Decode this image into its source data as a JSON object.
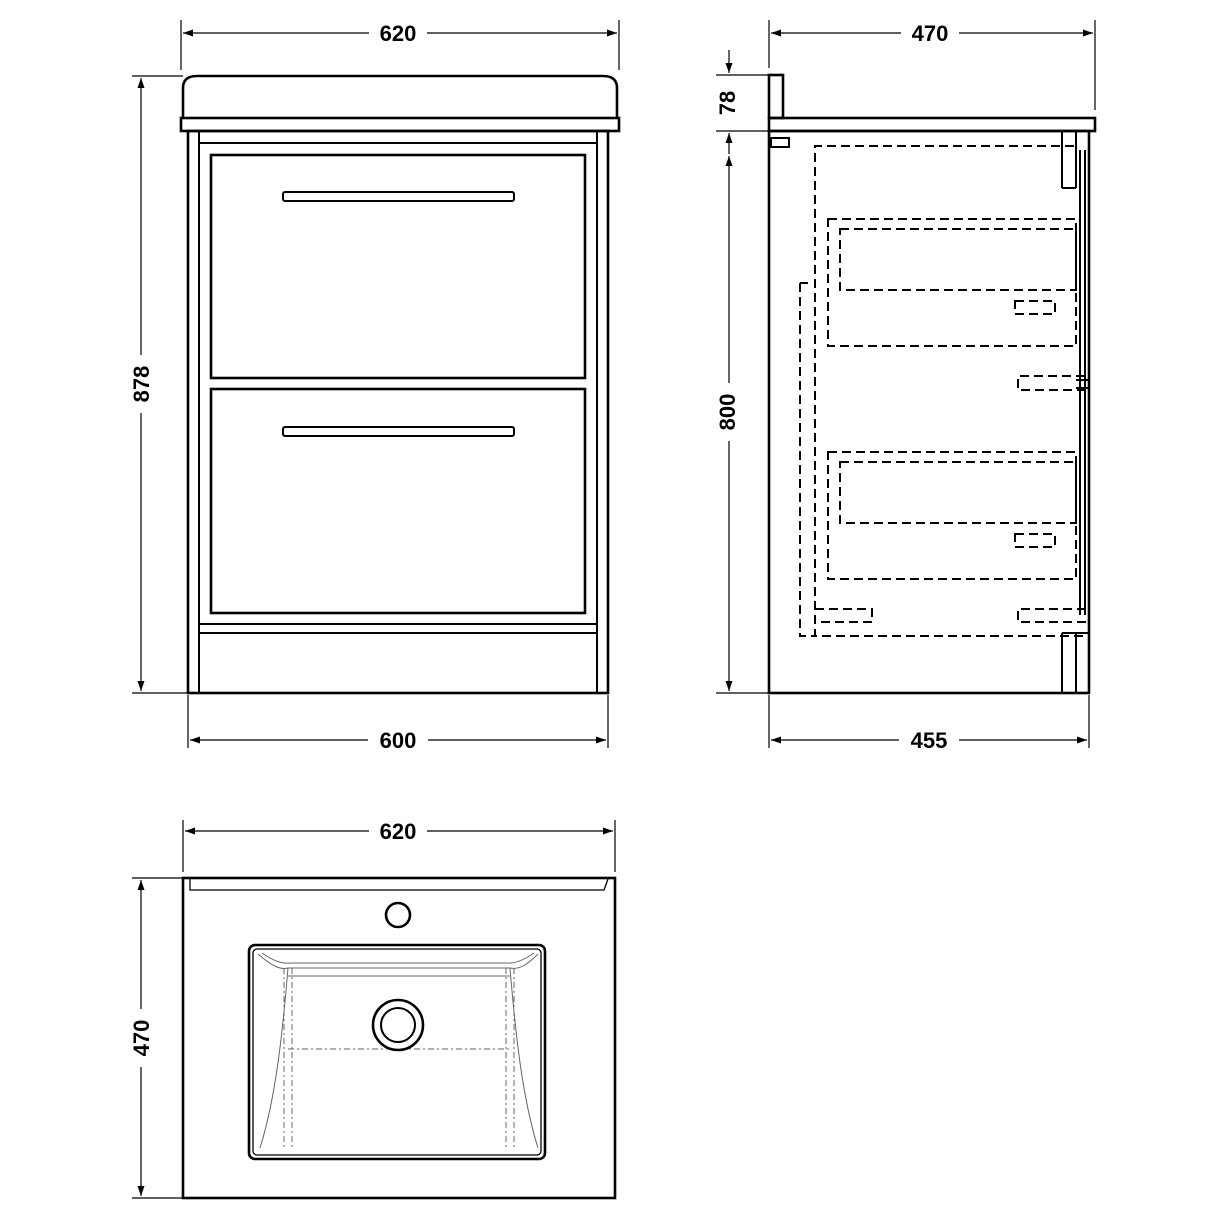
{
  "dimensions": {
    "front_top_width": "620",
    "front_height": "878",
    "front_bottom_width": "600",
    "side_top_depth": "470",
    "side_upstand_height": "78",
    "side_height": "800",
    "side_bottom_depth": "455",
    "plan_width": "620",
    "plan_depth": "470"
  }
}
